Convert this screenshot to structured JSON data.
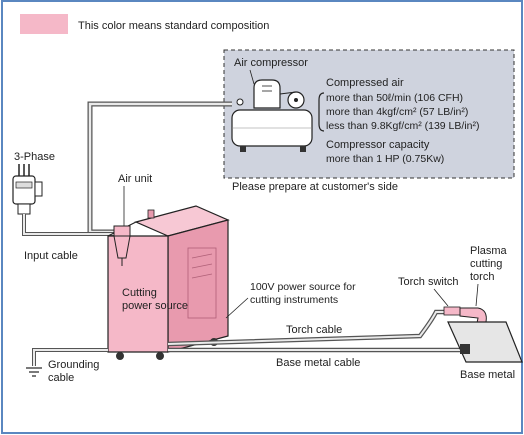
{
  "legend": {
    "text": "This color means standard composition",
    "swatch_color": "#f5b8c8"
  },
  "compressor_box": {
    "title": "Air compressor",
    "air_heading": "Compressed air",
    "air_flow": "more than 50ℓ/min (106 CFH)",
    "air_pressure_min": "more than 4kgf/cm² (57 LB/in²)",
    "air_pressure_max": "less than 9.8Kgf/cm² (139 LB/in²)",
    "capacity_heading": "Compressor capacity",
    "capacity_value": "more than 1 HP (0.75Kw)",
    "note": "Please prepare at customer's side"
  },
  "labels": {
    "three_phase": "3-Phase",
    "air_unit": "Air unit",
    "input_cable": "Input cable",
    "power_source_line1": "Cutting",
    "power_source_line2": "power source",
    "aux_power_line1": "100V power source for",
    "aux_power_line2": "cutting instruments",
    "torch_switch": "Torch switch",
    "plasma_line1": "Plasma",
    "plasma_line2": "cutting",
    "plasma_line3": "torch",
    "torch_cable": "Torch cable",
    "base_metal_cable": "Base metal cable",
    "base_metal": "Base metal",
    "grounding_line1": "Grounding",
    "grounding_line2": "cable"
  },
  "colors": {
    "standard": "#f5b8c8",
    "dashed_bg": "#cfd3de",
    "frame": "#5a87c0"
  }
}
